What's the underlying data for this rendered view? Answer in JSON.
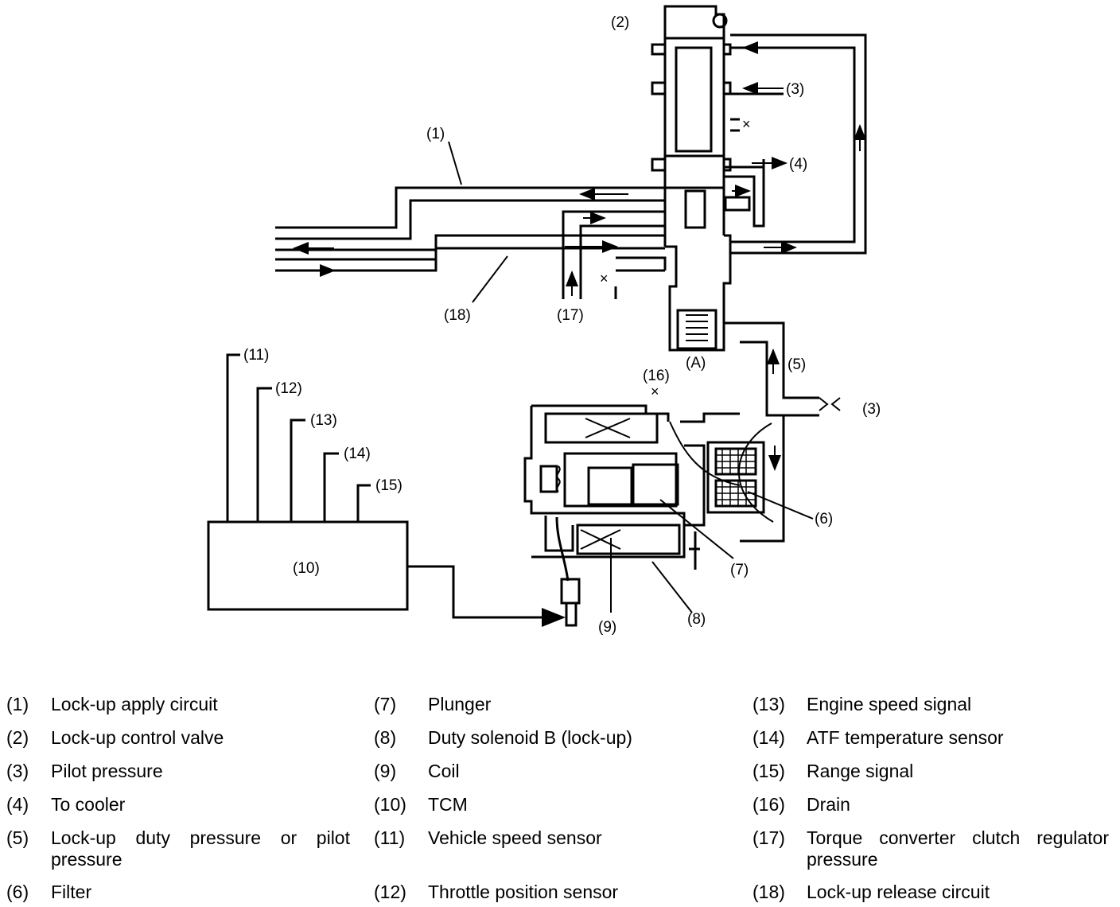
{
  "diagram_labels": {
    "n1": "(1)",
    "n2": "(2)",
    "n3a": "(3)",
    "n3b": "(3)",
    "n4": "(4)",
    "n5": "(5)",
    "n6": "(6)",
    "n7": "(7)",
    "n8": "(8)",
    "n9": "(9)",
    "n10": "(10)",
    "n11": "(11)",
    "n12": "(12)",
    "n13": "(13)",
    "n14": "(14)",
    "n15": "(15)",
    "n16": "(16)",
    "n17": "(17)",
    "n18": "(18)",
    "a": "(A)"
  },
  "legend": {
    "col1": [
      {
        "num": "(1)",
        "text": "Lock-up apply circuit"
      },
      {
        "num": "(2)",
        "text": "Lock-up control valve"
      },
      {
        "num": "(3)",
        "text": "Pilot pressure"
      },
      {
        "num": "(4)",
        "text": "To cooler"
      },
      {
        "num": "(5)",
        "text": "Lock-up duty pressure or pilot pressure"
      },
      {
        "num": "(6)",
        "text": "Filter"
      }
    ],
    "col2": [
      {
        "num": "(7)",
        "text": "Plunger"
      },
      {
        "num": "(8)",
        "text": "Duty solenoid B (lock-up)"
      },
      {
        "num": "(9)",
        "text": "Coil"
      },
      {
        "num": "(10)",
        "text": "TCM"
      },
      {
        "num": "(11)",
        "text": "Vehicle speed sensor"
      },
      {
        "num": "(12)",
        "text": "Throttle position sensor"
      }
    ],
    "col3": [
      {
        "num": "(13)",
        "text": "Engine speed signal"
      },
      {
        "num": "(14)",
        "text": "ATF temperature sensor"
      },
      {
        "num": "(15)",
        "text": "Range signal"
      },
      {
        "num": "(16)",
        "text": "Drain"
      },
      {
        "num": "(17)",
        "text": "Torque converter clutch regulator pressure"
      },
      {
        "num": "(18)",
        "text": "Lock-up release circuit"
      }
    ]
  }
}
